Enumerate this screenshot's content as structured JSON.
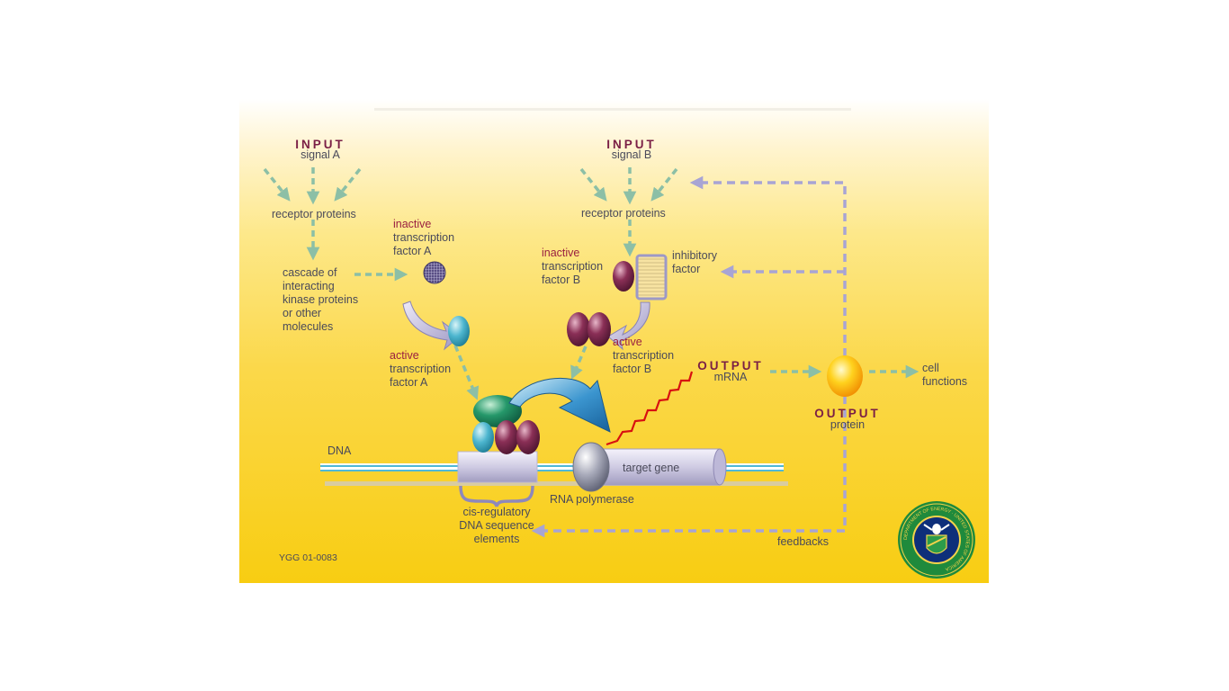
{
  "input_a": {
    "title": "INPUT",
    "sub": "signal A"
  },
  "input_b": {
    "title": "INPUT",
    "sub": "signal B"
  },
  "receptor_a": "receptor proteins",
  "receptor_b": "receptor proteins",
  "cascade": [
    "cascade of",
    "interacting",
    "kinase proteins",
    "or other",
    "molecules"
  ],
  "inactive_a": {
    "state": "inactive",
    "line1": "transcription",
    "line2": "factor A"
  },
  "active_a": {
    "state": "active",
    "line1": "transcription",
    "line2": "factor A"
  },
  "inactive_b": {
    "state": "inactive",
    "line1": "transcription",
    "line2": "factor B"
  },
  "active_b": {
    "state": "active",
    "line1": "transcription",
    "line2": "factor B"
  },
  "inhibitory": [
    "inhibitory",
    "factor"
  ],
  "output_mrna": {
    "title": "OUTPUT",
    "sub": "mRNA"
  },
  "output_protein": {
    "title": "OUTPUT",
    "sub": "protein"
  },
  "cell_functions": [
    "cell",
    "functions"
  ],
  "dna": "DNA",
  "target_gene": "target gene",
  "rna_pol": "RNA polymerase",
  "cis": [
    "cis-regulatory",
    "DNA sequence",
    "elements"
  ],
  "feedbacks": "feedbacks",
  "code": "YGG 01-0083",
  "colors": {
    "title": "#7a1f45",
    "arrow_green": "#8cbfa6",
    "arrow_purple": "#a8a4d4",
    "mrna": "#d81010",
    "dna": "#4fb8d8"
  },
  "seal_text": "DEPARTMENT OF ENERGY · UNITED STATES OF AMERICA"
}
